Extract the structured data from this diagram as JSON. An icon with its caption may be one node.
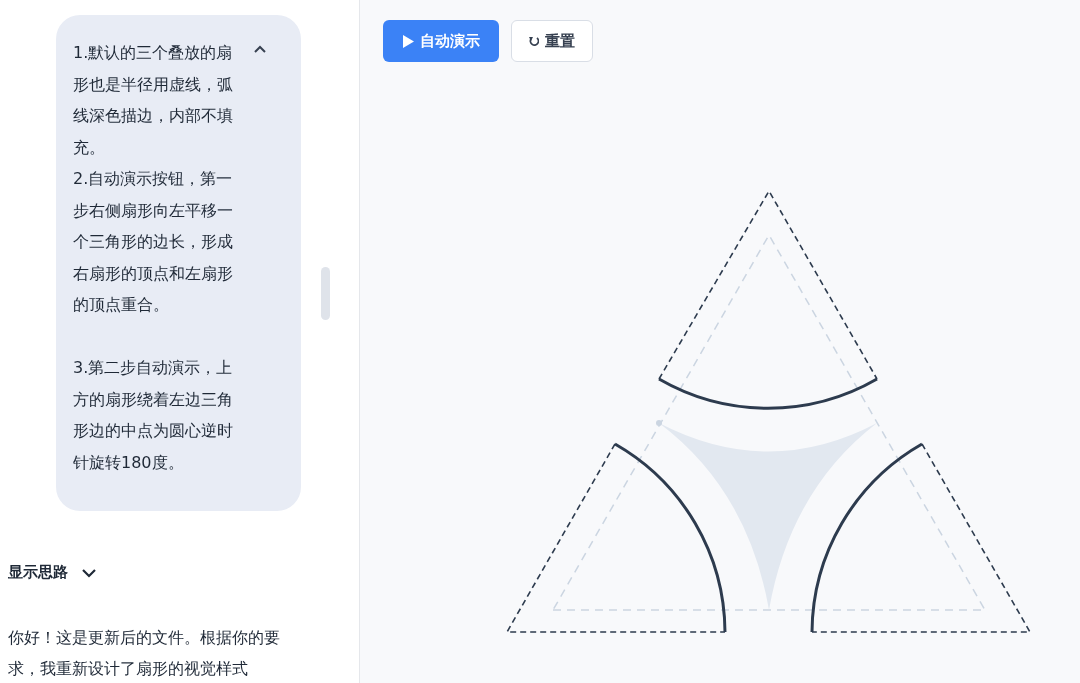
{
  "diagram": {
    "labels": [
      "1.默认的三个叠放的扇形也是半径用虚线，弧线深色描边，内部不填充。",
      "2.自动演示按钮，第一步右侧扇形向左平移一个三角形的边长，形成右扇形的顶点和左扇形的顶点重合。",
      "3.第二步自动演示，上方的扇形绕着左边三角形边的中点为圆心逆时针旋转180度。",
      "自动演示",
      "重置",
      "显示思路",
      "你好！这是更新后的文件。根据你的要求，我重新设计了扇形的视觉样式"
    ]
  }
}
